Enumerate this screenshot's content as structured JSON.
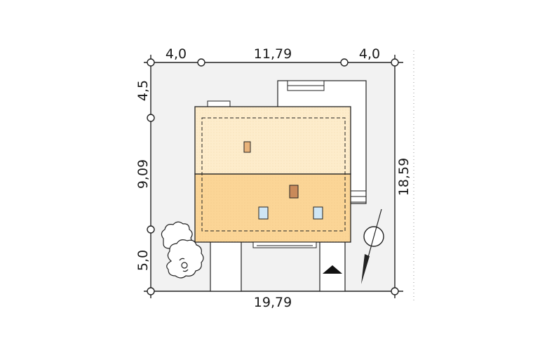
{
  "dimensions": {
    "top": [
      "4,0",
      "11,79",
      "4,0"
    ],
    "bottom": "19,79",
    "left": [
      "4,5",
      "9,09",
      "5,0"
    ],
    "right": "18,59"
  },
  "colors": {
    "plot": "#f2f2f2",
    "roof_light": "#fdeccb",
    "roof_dark": "#fbd596",
    "chimney": "#e9b37a",
    "skylight": "#cfe6f5",
    "line": "#222222"
  },
  "icons": [
    "tree-icon",
    "compass-north-arrow-icon",
    "entrance-triangle-icon"
  ]
}
